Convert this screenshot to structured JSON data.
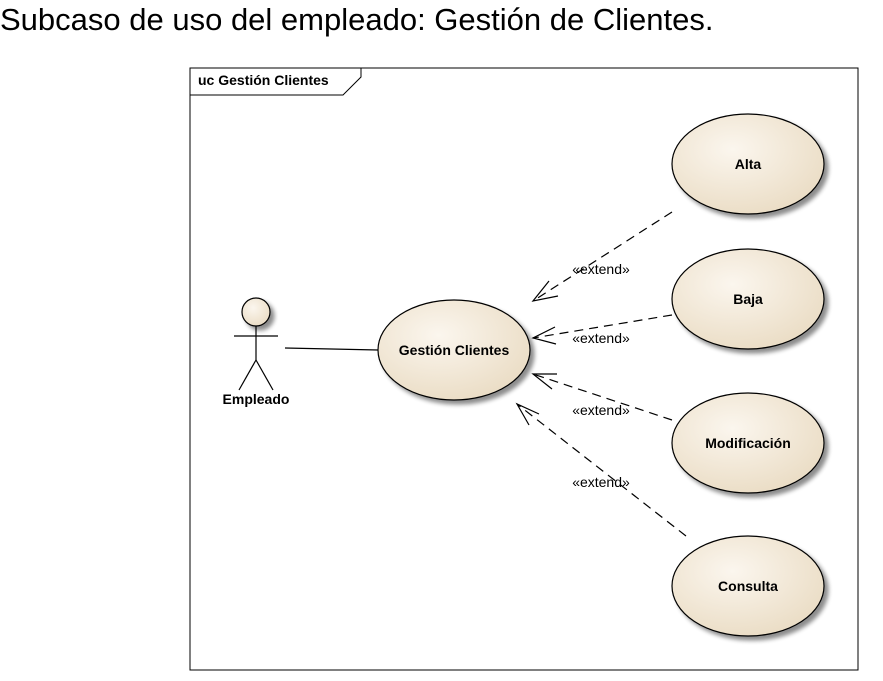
{
  "page": {
    "title": "Subcaso de uso del empleado: Gestión de Clientes."
  },
  "frame": {
    "label": "uc Gestión Clientes"
  },
  "actor": {
    "name": "Empleado"
  },
  "use_cases": {
    "main": "Gestión Clientes",
    "alta": "Alta",
    "baja": "Baja",
    "modificacion": "Modificación",
    "consulta": "Consulta"
  },
  "relations": {
    "alta": "«extend»",
    "baja": "«extend»",
    "modificacion": "«extend»",
    "consulta": "«extend»"
  },
  "colors": {
    "usecase_fill": "#F1E7D6",
    "usecase_stroke": "#000000",
    "shadow": "#9a9a9a"
  }
}
